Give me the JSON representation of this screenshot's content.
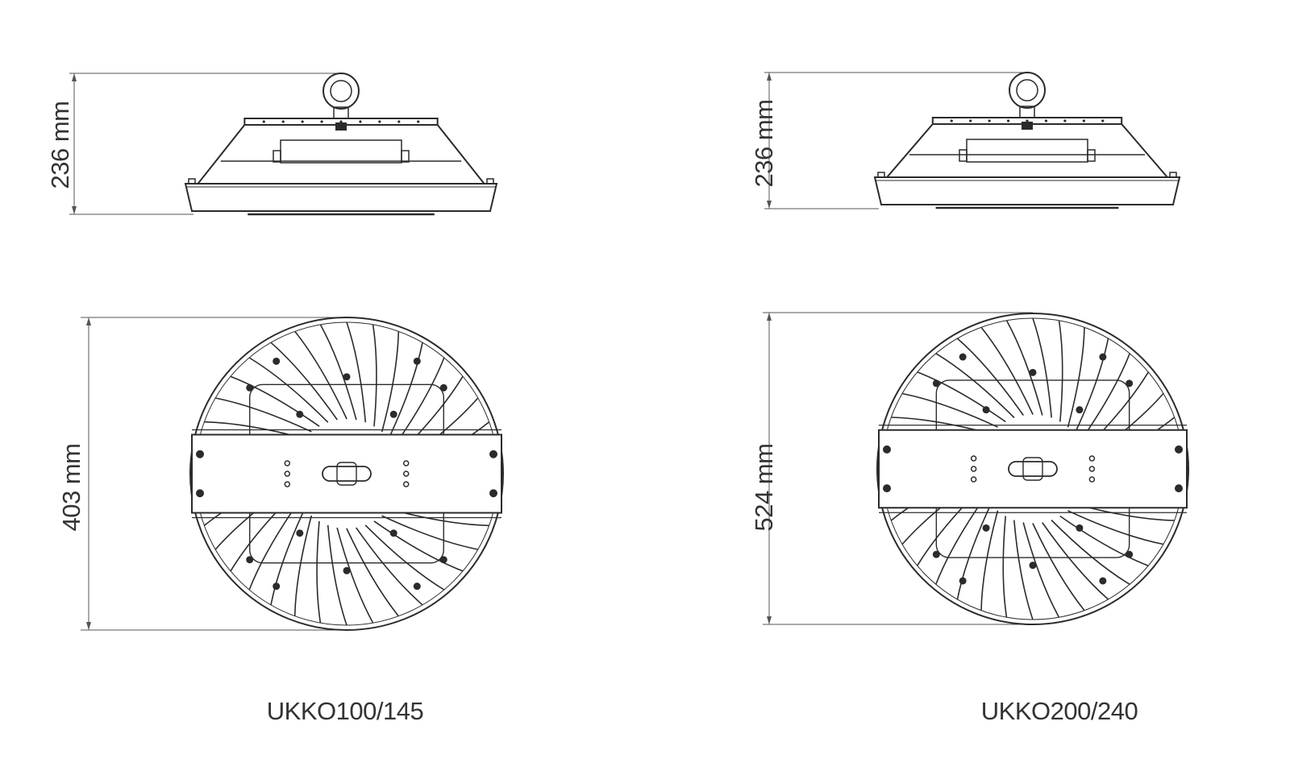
{
  "products": [
    {
      "model": "UKKO100/145",
      "height_label": "236 mm",
      "diameter_label": "403 mm"
    },
    {
      "model": "UKKO200/240",
      "height_label": "236 mm",
      "diameter_label": "524 mm"
    }
  ],
  "colors": {
    "line": "#2b2b2b",
    "dimension_line": "#555555",
    "text": "#333333",
    "background": "#ffffff"
  }
}
